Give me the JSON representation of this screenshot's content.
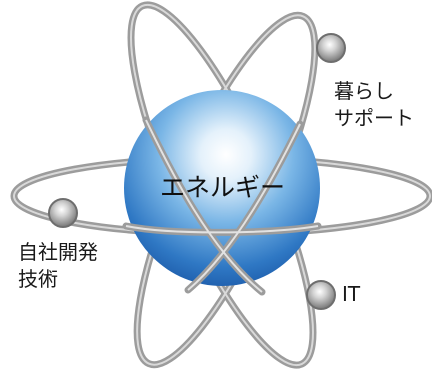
{
  "center": {
    "label": "エネルギー"
  },
  "satellites": [
    {
      "label": "暮らし\nサポート"
    },
    {
      "label": "自社開発\n技術"
    },
    {
      "label": "IT"
    }
  ],
  "colors": {
    "orbit": "#9c9c9c",
    "sphere_light": "#ffffff",
    "sphere_mid": "#7ab6e6",
    "sphere_dark": "#1f62b4",
    "electron": "#8a8a8a"
  }
}
